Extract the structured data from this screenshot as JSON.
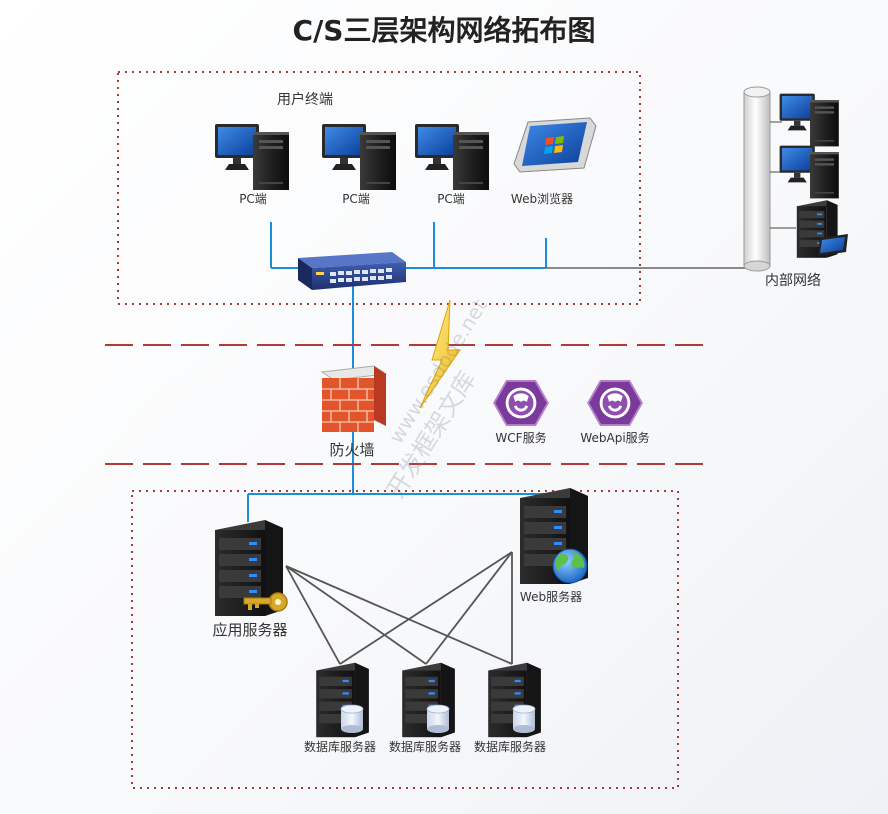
{
  "title": "C/S三层架构网络拓布图",
  "user_zone": {
    "label": "用户终端",
    "pc1": "PC端",
    "pc2": "PC端",
    "pc3": "PC端",
    "web": "Web浏览器"
  },
  "intranet": {
    "label": "内部网络"
  },
  "middle": {
    "firewall": "防火墙",
    "wcf": "WCF服务",
    "webapi": "WebApi服务"
  },
  "server_zone": {
    "app_server": "应用服务器",
    "web_server": "Web服务器",
    "db1": "数据库服务器",
    "db2": "数据库服务器",
    "db3": "数据库服务器"
  },
  "watermark": {
    "line1": "www.esdode.net",
    "line2": "开发框架文库"
  },
  "colors": {
    "zone_border": "#a33b3b",
    "separator": "#b03a3a",
    "link": "#1d8ed6",
    "mesh": "#555555"
  }
}
